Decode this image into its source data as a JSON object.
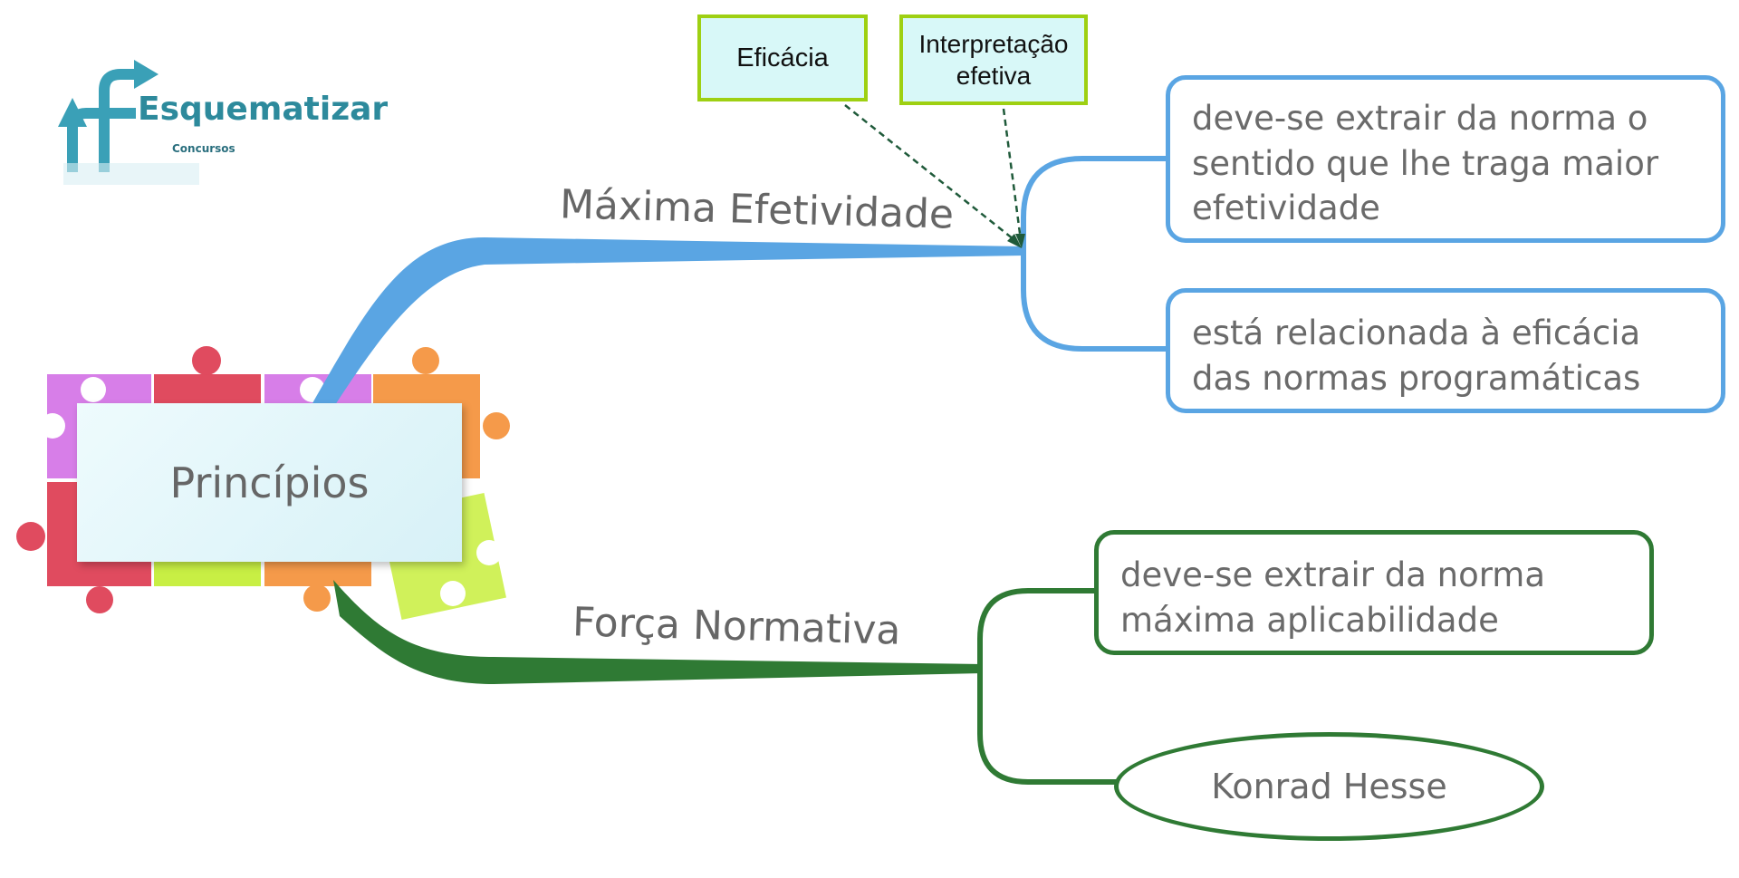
{
  "logo": {
    "name": "Esquematizar",
    "sub": "Concursos"
  },
  "central": {
    "label": "Princípios"
  },
  "branches": [
    {
      "label": "Máxima Efetividade",
      "color": "#5aa5e3",
      "children": [
        "deve-se extrair da norma o sentido que lhe traga maior efetividade",
        "está relacionada à eficácia das normas programáticas"
      ]
    },
    {
      "label": "Força Normativa",
      "color": "#2f7a34",
      "children": [
        "deve-se extrair da norma máxima aplicabilidade",
        "Konrad Hesse"
      ]
    }
  ],
  "notes": [
    {
      "label": "Eficácia"
    },
    {
      "label": "Interpretação efetiva"
    }
  ],
  "colors": {
    "note_border": "#9ed012",
    "note_fill": "#d8f8f8",
    "arrow": "#1f5a3a"
  }
}
